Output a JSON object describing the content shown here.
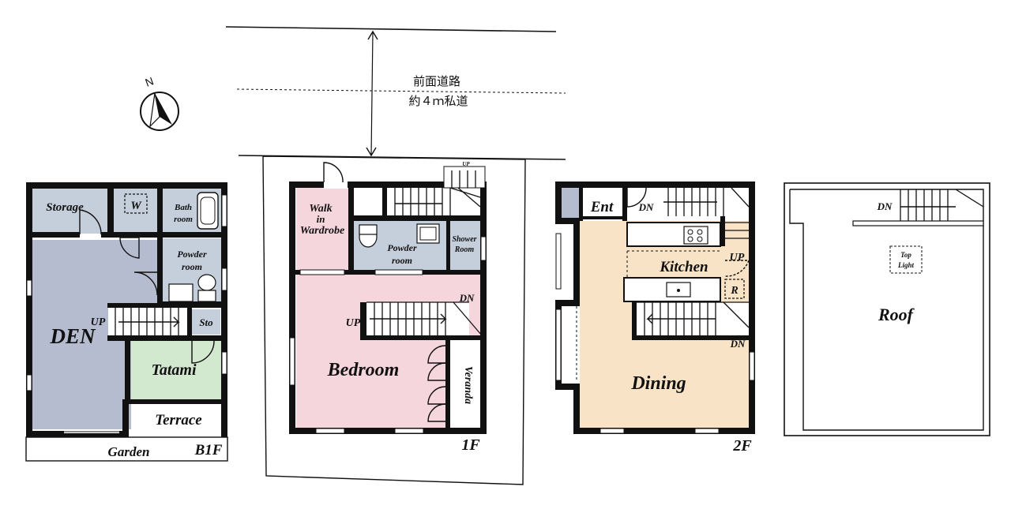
{
  "road": {
    "line1": "前面道路",
    "line2": "約４ｍ私道"
  },
  "compass": {
    "north": "N"
  },
  "b1f": {
    "floor": "B1F",
    "storage": "Storage",
    "w": "W",
    "bath1": "Bath",
    "bath2": "room",
    "powder1": "Powder",
    "powder2": "room",
    "up": "UP",
    "sto": "Sto",
    "den": "DEN",
    "tatami": "Tatami",
    "terrace": "Terrace",
    "garden": "Garden"
  },
  "f1": {
    "floor": "1F",
    "walk1": "Walk",
    "walk2": "in",
    "walk3": "Wardrobe",
    "powder1": "Powder",
    "powder2": "room",
    "shower1": "Shower",
    "shower2": "Room",
    "up_top": "UP",
    "dn": "DN",
    "up": "UP",
    "bedroom": "Bedroom",
    "veranda": "Veranda"
  },
  "f2": {
    "floor": "2F",
    "ent": "Ent",
    "dn_top": "DN",
    "kitchen": "Kitchen",
    "up": "UP",
    "r": "R",
    "dn": "DN",
    "dining": "Dining"
  },
  "roof": {
    "dn": "DN",
    "top1": "Top",
    "top2": "Light",
    "roof": "Roof"
  },
  "colors": {
    "den": "#b6bccf",
    "service": "#c5cedb",
    "tatami": "#d2e8cf",
    "bedroom": "#f6d6dd",
    "dining": "#f8e3c6",
    "wall": "#111111"
  }
}
